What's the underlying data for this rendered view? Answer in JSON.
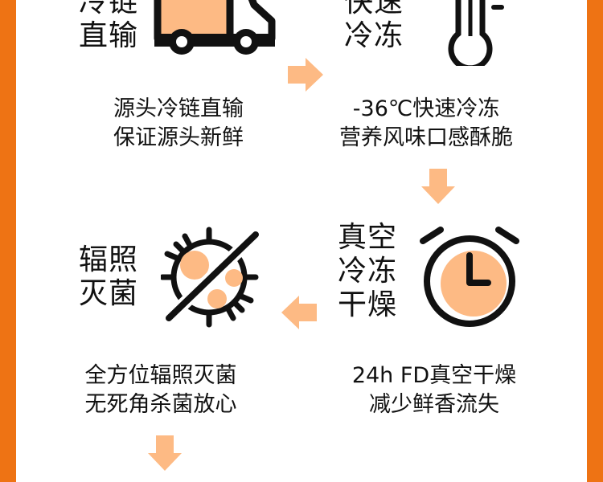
{
  "colors": {
    "border": "#EE7314",
    "accent": "#FDBA84",
    "ink": "#111111"
  },
  "steps": [
    {
      "title": [
        "冷链",
        "直输"
      ],
      "desc": [
        "源头冷链直输",
        "保证源头新鲜"
      ],
      "icon": "truck-icon"
    },
    {
      "title": [
        "快速",
        "冷冻"
      ],
      "desc": [
        "-36℃快速冷冻",
        "营养风味口感酥脆"
      ],
      "icon": "thermometer-icon"
    },
    {
      "title": [
        "真空",
        "冷冻",
        "干燥"
      ],
      "desc": [
        "24h FD真空干燥",
        "减少鲜香流失"
      ],
      "icon": "alarm-clock-icon"
    },
    {
      "title": [
        "辐照",
        "灭菌"
      ],
      "desc": [
        "全方位辐照灭菌",
        "无死角杀菌放心"
      ],
      "icon": "no-virus-icon"
    }
  ]
}
